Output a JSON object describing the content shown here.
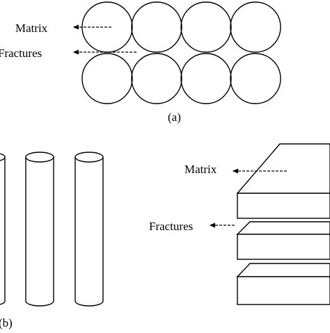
{
  "panel_a": {
    "matrix_label": "Matrix",
    "fractures_label": "Fractures",
    "panel_label": "(a)"
  },
  "panel_b": {
    "panel_label": "(b)"
  },
  "panel_c": {
    "matrix_label": "Matrix",
    "fractures_label": "Fractures"
  }
}
